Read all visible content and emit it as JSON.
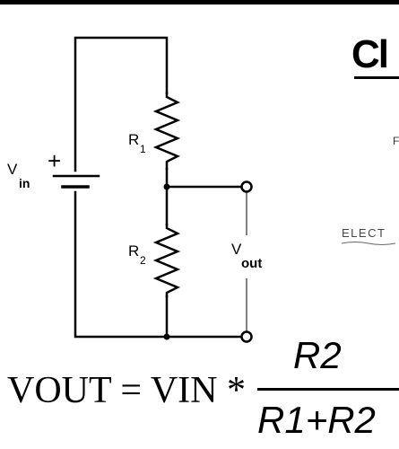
{
  "circuit": {
    "vin_main": "V",
    "vin_sub": "in",
    "battery_plus": "+",
    "r1_main": "R",
    "r1_sub": "1",
    "r2_main": "R",
    "r2_sub": "2",
    "vout_main": "V",
    "vout_sub": "out"
  },
  "right_text": {
    "heading": "Cl",
    "fragment": "F",
    "elect": "ELECT"
  },
  "formula": {
    "lhs": "VOUT = VIN *",
    "numerator": "R2",
    "denominator": "R1+R2"
  }
}
